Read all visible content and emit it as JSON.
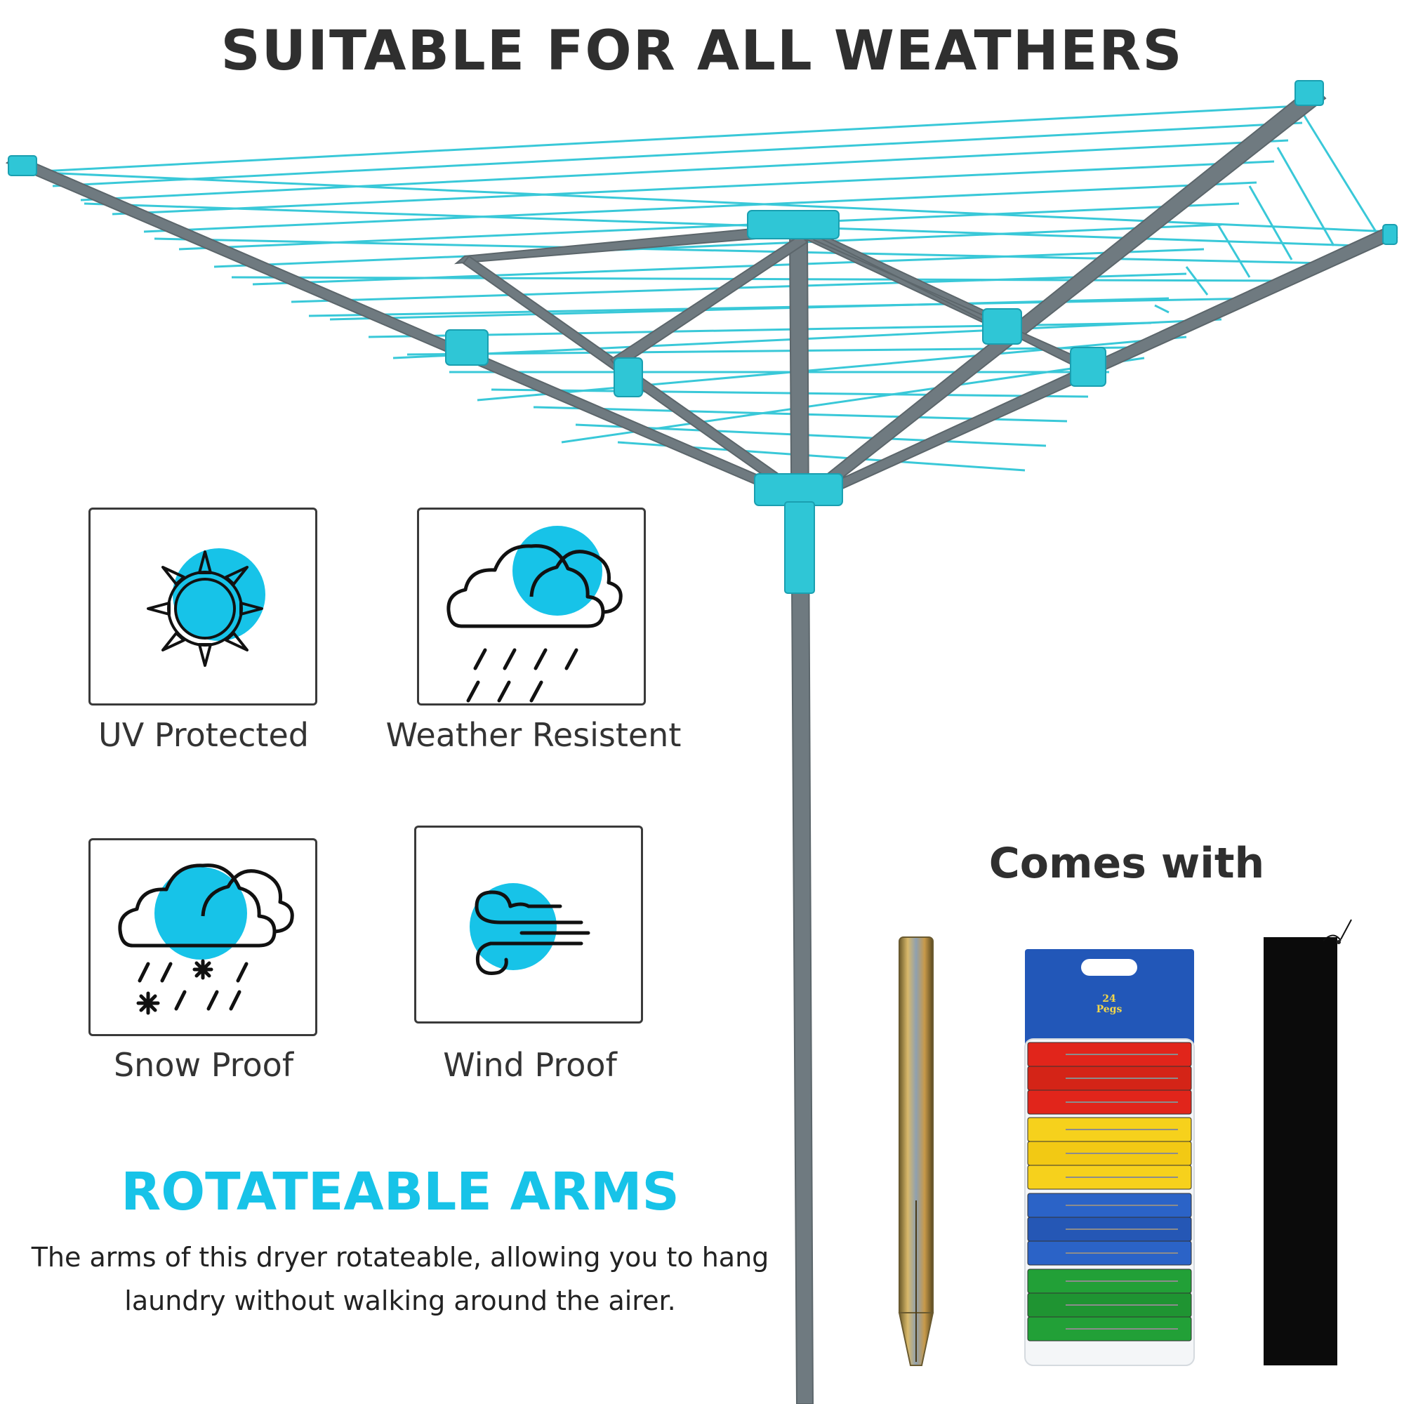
{
  "headline": "SUITABLE FOR ALL WEATHERS",
  "features": [
    {
      "label": "UV Protected",
      "icon": "sun-icon"
    },
    {
      "label": "Weather Resistent",
      "icon": "rain-cloud-icon"
    },
    {
      "label": "Snow Proof",
      "icon": "snow-cloud-icon"
    },
    {
      "label": "Wind Proof",
      "icon": "wind-icon"
    }
  ],
  "accessories": {
    "heading": "Comes with",
    "items": [
      {
        "icon": "ground-spike-icon"
      },
      {
        "icon": "peg-pack-icon",
        "pack_label_line1": "24",
        "pack_label_line2": "Pegs"
      },
      {
        "icon": "storage-bag-icon"
      }
    ]
  },
  "rotate_section": {
    "heading": "ROTATEABLE ARMS",
    "body_line1": "The arms of this dryer rotateable, allowing you to hang",
    "body_line2": "laundry without walking around the airer."
  },
  "colors": {
    "accent": "#17c3e8",
    "line": "#2fc6d6",
    "frame": "#6f7a80",
    "text_dark": "#2f2f2f"
  }
}
